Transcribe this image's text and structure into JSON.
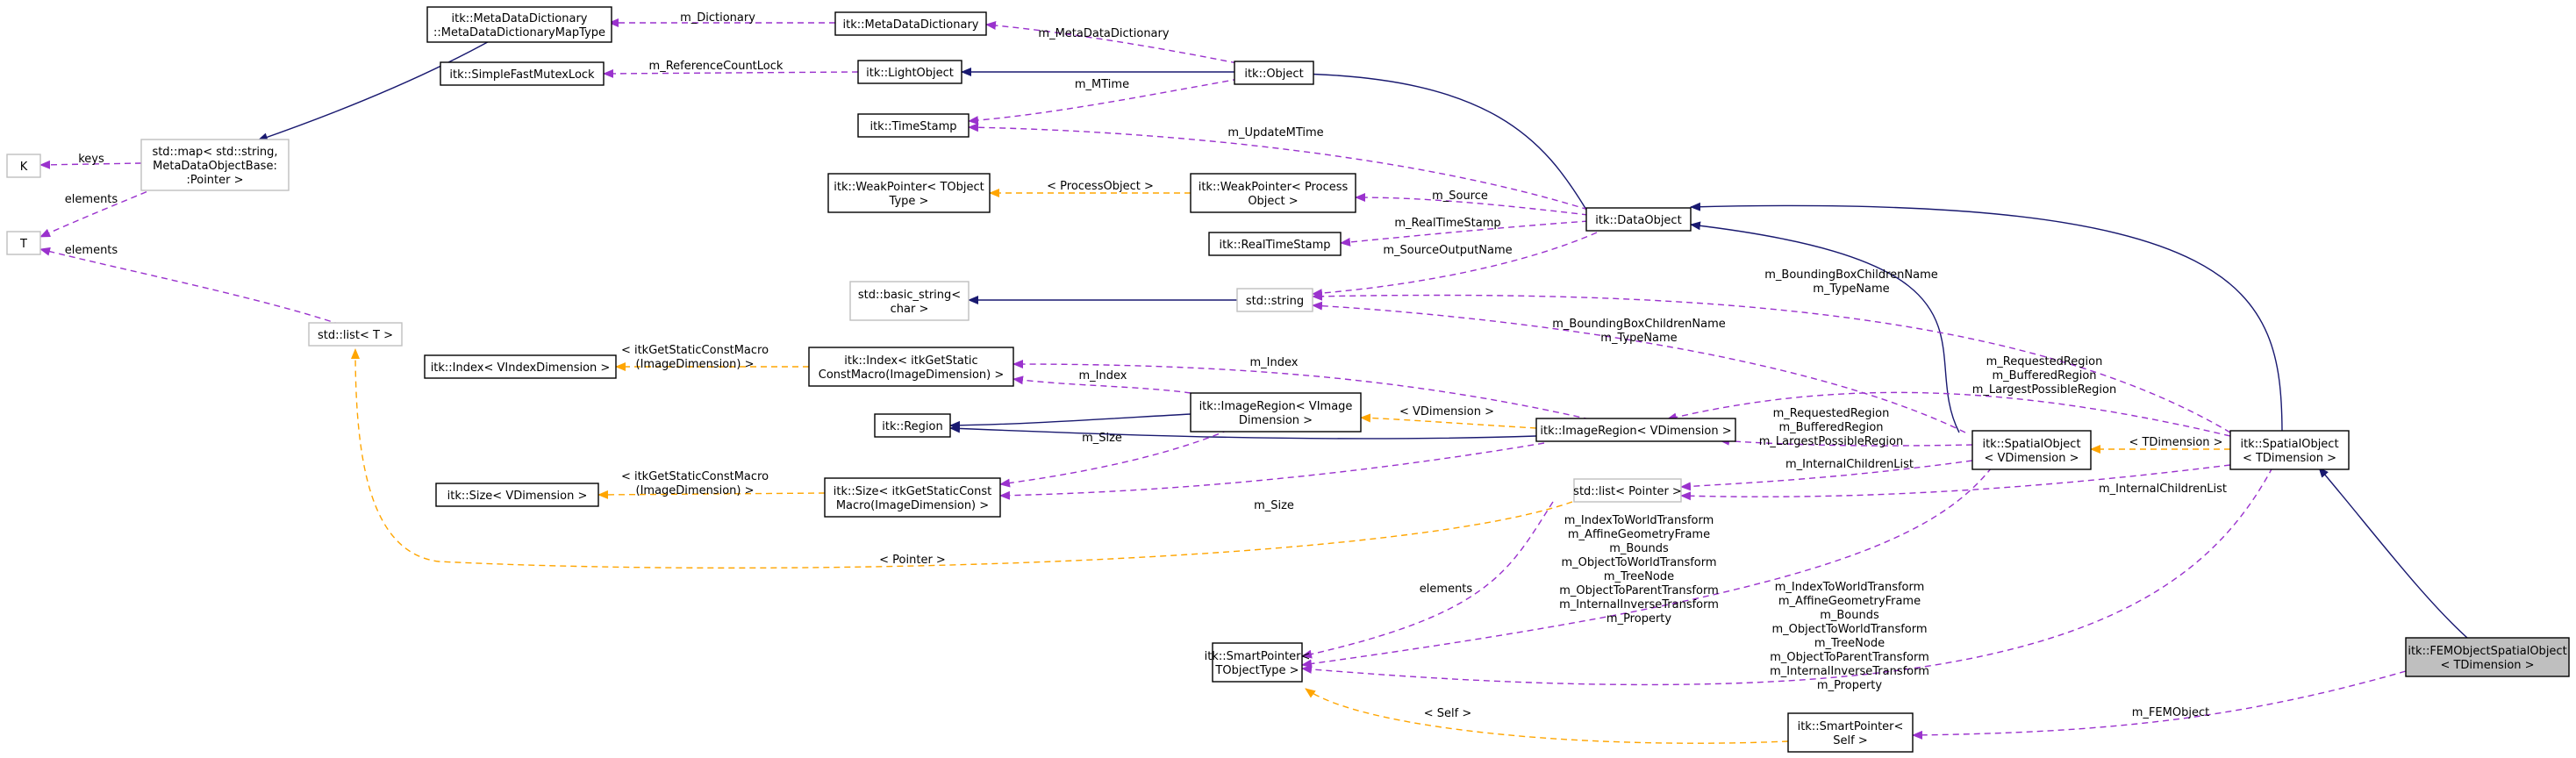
{
  "colors": {
    "inherit": "#191970",
    "usage": "#9a32cd",
    "template": "#ffa500",
    "focus_fill": "#bfbfbf",
    "ext_border": "#bfbfbf"
  },
  "nodes": {
    "mddmap": {
      "lines": [
        "itk::MetaDataDictionary",
        "::MetaDataDictionaryMapType"
      ]
    },
    "mdd": {
      "lines": [
        "itk::MetaDataDictionary"
      ]
    },
    "sfml": {
      "lines": [
        "itk::SimpleFastMutexLock"
      ]
    },
    "light": {
      "lines": [
        "itk::LightObject"
      ]
    },
    "object": {
      "lines": [
        "itk::Object"
      ]
    },
    "stdmap": {
      "lines": [
        "std::map< std::string,",
        "MetaDataObjectBase:",
        ":Pointer >"
      ]
    },
    "K": {
      "lines": [
        "K"
      ]
    },
    "T": {
      "lines": [
        "T"
      ]
    },
    "ts": {
      "lines": [
        "itk::TimeStamp"
      ]
    },
    "wpto": {
      "lines": [
        "itk::WeakPointer< TObject",
        "Type >"
      ]
    },
    "wppo": {
      "lines": [
        "itk::WeakPointer< Process",
        "Object >"
      ]
    },
    "rts": {
      "lines": [
        "itk::RealTimeStamp"
      ]
    },
    "dataobj": {
      "lines": [
        "itk::DataObject"
      ]
    },
    "bstring": {
      "lines": [
        "std::basic_string<",
        "char >"
      ]
    },
    "string": {
      "lines": [
        "std::string"
      ]
    },
    "listT": {
      "lines": [
        "std::list< T >"
      ]
    },
    "indexv": {
      "lines": [
        "itk::Index< VIndexDimension >"
      ]
    },
    "indexs": {
      "lines": [
        "itk::Index< itkGetStatic",
        "ConstMacro(ImageDimension) >"
      ]
    },
    "region": {
      "lines": [
        "itk::Region"
      ]
    },
    "iregv": {
      "lines": [
        "itk::ImageRegion< VImage",
        "Dimension >"
      ]
    },
    "iregd": {
      "lines": [
        "itk::ImageRegion< VDimension >"
      ]
    },
    "sizev": {
      "lines": [
        "itk::Size< VDimension >"
      ]
    },
    "sizes": {
      "lines": [
        "itk::Size< itkGetStaticConst",
        "Macro(ImageDimension) >"
      ]
    },
    "listp": {
      "lines": [
        "std::list< Pointer >"
      ]
    },
    "sov": {
      "lines": [
        "itk::SpatialObject",
        "< VDimension >"
      ]
    },
    "sot": {
      "lines": [
        "itk::SpatialObject",
        "< TDimension >"
      ]
    },
    "sp": {
      "lines": [
        "itk::SmartPointer<",
        "TObjectType >"
      ]
    },
    "spself": {
      "lines": [
        "itk::SmartPointer<",
        "Self >"
      ]
    },
    "fem": {
      "lines": [
        "itk::FEMObjectSpatialObject",
        "< TDimension >"
      ]
    }
  },
  "edge_labels": {
    "m_dictionary": [
      "m_Dictionary"
    ],
    "m_metadatadictionary": [
      "m_MetaDataDictionary"
    ],
    "m_refcountlock": [
      "m_ReferenceCountLock"
    ],
    "m_mtime": [
      "m_MTime"
    ],
    "keys": [
      "keys"
    ],
    "elements_map": [
      "elements"
    ],
    "elements_list": [
      "elements"
    ],
    "m_updatemtime": [
      "m_UpdateMTime"
    ],
    "processobject": [
      "< ProcessObject >"
    ],
    "m_source": [
      "m_Source"
    ],
    "m_realtimestamp": [
      "m_RealTimeStamp"
    ],
    "m_sourceoutputname": [
      "m_SourceOutputName"
    ],
    "bbox_typename_sot": [
      "m_BoundingBoxChildrenName",
      "m_TypeName"
    ],
    "bbox_typename_sov": [
      "m_BoundingBoxChildrenName",
      "m_TypeName"
    ],
    "regions_sot": [
      "m_RequestedRegion",
      "m_BufferedRegion",
      "m_LargestPossibleRegion"
    ],
    "regions_sov": [
      "m_RequestedRegion",
      "m_BufferedRegion",
      "m_LargestPossibleRegion"
    ],
    "m_index_1": [
      "m_Index"
    ],
    "m_index_2": [
      "m_Index"
    ],
    "getstatic_index": [
      "< itkGetStaticConstMacro",
      "(ImageDimension) >"
    ],
    "getstatic_size": [
      "< itkGetStaticConstMacro",
      "(ImageDimension) >"
    ],
    "vdimension": [
      "< VDimension >"
    ],
    "m_size_1": [
      "m_Size"
    ],
    "m_size_2": [
      "m_Size"
    ],
    "tdimension": [
      "< TDimension >"
    ],
    "children_sov": [
      "m_InternalChildrenList"
    ],
    "children_sot": [
      "m_InternalChildrenList"
    ],
    "pointer": [
      "< Pointer >"
    ],
    "elements_sp": [
      "elements"
    ],
    "transforms_sov": [
      "m_IndexToWorldTransform",
      "m_AffineGeometryFrame",
      "m_Bounds",
      "m_ObjectToWorldTransform",
      "m_TreeNode",
      "m_ObjectToParentTransform",
      "m_InternalInverseTransform",
      "m_Property"
    ],
    "transforms_sot": [
      "m_IndexToWorldTransform",
      "m_AffineGeometryFrame",
      "m_Bounds",
      "m_ObjectToWorldTransform",
      "m_TreeNode",
      "m_ObjectToParentTransform",
      "m_InternalInverseTransform",
      "m_Property"
    ],
    "self": [
      "< Self >"
    ],
    "m_femobject": [
      "m_FEMObject"
    ]
  }
}
